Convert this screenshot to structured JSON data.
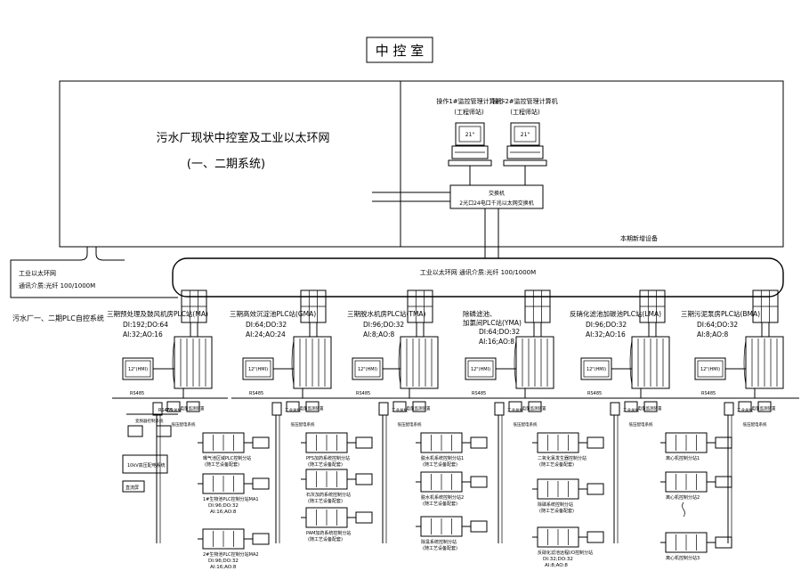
{
  "title": "中 控 室",
  "existing_system": {
    "line1": "污水厂现状中控室及工业以太环网",
    "line2": "(一、二期系统)"
  },
  "workstation_1": {
    "label": "操作1#监控管理计算机",
    "sub": "(工程师站)",
    "screen": "21\""
  },
  "workstation_2": {
    "label": "操作2#监控管理计算机",
    "sub": "(工程师站)",
    "screen": "21\""
  },
  "switch_label": {
    "line1": "交换机",
    "line2": "2光口24电口千兆以太网交换机"
  },
  "this_phase_label": "本期新增设备",
  "ring_label": "工业以太环网 通讯介质:光纤 100/1000M",
  "left_note": {
    "line1": "工业以太环网",
    "line2": "通讯介质:光纤 100/1000M"
  },
  "left_caption": "污水厂一、二期PLC自控系统",
  "stations": [
    {
      "name": "三期预处理及鼓风机房PLC站(MA)",
      "io1": "DI:192;DO:64",
      "io2": "AI:32;AO:16",
      "hmi": "12\"(HMI)"
    },
    {
      "name": "三期高效沉淀池PLC站(GMA)",
      "io1": "DI:64;DO:32",
      "io2": "AI:24;AO:24",
      "hmi": "12\"(HMI)"
    },
    {
      "name": "三期脱水机房PLC站(TMA)",
      "io1": "DI:96;DO:32",
      "io2": "AI:8;AO:8",
      "hmi": "12\"(HMI)"
    },
    {
      "name": "除磷滤池、加氯间PLC站(YMA)",
      "name2": "加氯间PLC站(YMA)",
      "io1": "DI:64;DO:32",
      "io2": "AI:16;AO:8",
      "hmi": "12\"(HMI)"
    },
    {
      "name": "反硝化滤池加碳池PLC站(LMA)",
      "io1": "DI:96;DO:32",
      "io2": "AI:32;AO:16",
      "hmi": "12\"(HMI)"
    },
    {
      "name": "三期污泥泵房PLC站(BMA)",
      "io1": "DI:64;DO:32",
      "io2": "AI:8;AO:8",
      "hmi": "12\"(HMI)"
    }
  ],
  "bus_labels": {
    "rs485": "RS485",
    "fieldbus": "工业总线",
    "power_monitor": "电量监测装置",
    "low_voltage": "低压配电系统"
  },
  "left_devices": {
    "rs485": "RS485",
    "vfd_group": "变频器控制系统",
    "transformer": "10kV高压配电系统",
    "ups": "直流屏"
  },
  "remote_io": {
    "ma_1": {
      "name": "曝气池区域PLC控制分站",
      "sub": "(随工艺设备配套)"
    },
    "ma_2": {
      "name": "1#生物池PLC控制分站MA1",
      "io1": "DI:96;DO:32",
      "io2": "AI:16;AO:8"
    },
    "ma_3": {
      "name": "2#生物池PLC控制分站MA2",
      "io1": "DI:96;DO:32",
      "io2": "AI:16;AO:8"
    },
    "gma_1": {
      "name": "PFS加药系统控制分站",
      "sub": "(随工艺设备配套)"
    },
    "gma_2": {
      "name": "石灰加药系统控制分站",
      "sub": "(随工艺设备配套)"
    },
    "gma_3": {
      "name": "PAM加药系统控制分站",
      "sub": "(随工艺设备配套)"
    },
    "tma_1": {
      "name": "脱水机系统控制分站1",
      "sub": "(随工艺设备配套)"
    },
    "tma_2": {
      "name": "脱水机系统控制分站2",
      "sub": "(随工艺设备配套)"
    },
    "tma_3": {
      "name": "除臭系统控制分站",
      "sub": "(随工艺设备配套)"
    },
    "yma_1": {
      "name": "二氧化氯发生器控制分站",
      "sub": "(随工艺设备配套)"
    },
    "yma_2": {
      "name": "除磷系统控制分站",
      "sub": "(随工艺设备配套)"
    },
    "yma_3": {
      "name": "反硝化滤池远程I/O控制分站",
      "io1": "DI:32;DO:32",
      "io2": "AI:8;AO:8"
    },
    "bma_1": {
      "name": "离心机控制分站1"
    },
    "bma_2": {
      "name": "离心机控制分站2"
    },
    "bma_3": {
      "name": "离心机控制分站3"
    }
  }
}
